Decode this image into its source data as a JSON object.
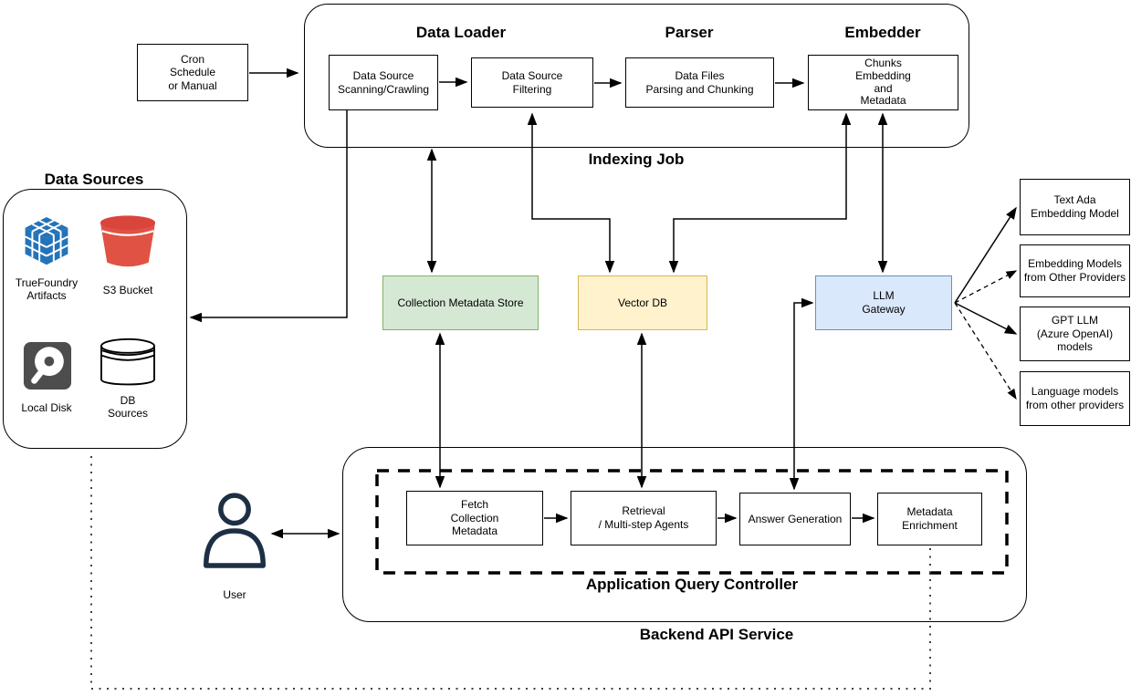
{
  "indexing_job": {
    "label": "Indexing Job",
    "stage_headers": [
      {
        "label": "Data Loader"
      },
      {
        "label": "Parser"
      },
      {
        "label": "Embedder"
      }
    ],
    "steps": [
      {
        "label": "Data Source\nScanning/Crawling"
      },
      {
        "label": "Data Source\nFiltering"
      },
      {
        "label": "Data Files\nParsing and Chunking"
      },
      {
        "label": "Chunks\nEmbedding\nand\nMetadata"
      }
    ]
  },
  "trigger": {
    "label": "Cron\nSchedule\nor Manual"
  },
  "data_sources": {
    "title": "Data Sources",
    "items": [
      {
        "icon": "truefoundry-cube-icon",
        "label": "TrueFoundry\nArtifacts"
      },
      {
        "icon": "s3-bucket-icon",
        "label": "S3 Bucket"
      },
      {
        "icon": "local-disk-icon",
        "label": "Local Disk"
      },
      {
        "icon": "db-cylinder-icon",
        "label": "DB\nSources"
      }
    ]
  },
  "stores": [
    {
      "label": "Collection Metadata Store",
      "fill": "#d5e8d4",
      "border": "#82b366"
    },
    {
      "label": "Vector DB",
      "fill": "#fff2cc",
      "border": "#d6b656"
    },
    {
      "label": "LLM\nGateway",
      "fill": "#dae8fc",
      "border": "#6c8ebf"
    }
  ],
  "model_providers": [
    {
      "label": "Text Ada\nEmbedding Model",
      "link_style": "solid"
    },
    {
      "label": "Embedding Models\nfrom Other Providers",
      "link_style": "dashed"
    },
    {
      "label": "GPT LLM\n(Azure OpenAI)\nmodels",
      "link_style": "solid"
    },
    {
      "label": "Language models\nfrom other providers",
      "link_style": "dashed"
    }
  ],
  "backend_api_service": {
    "label": "Backend API Service",
    "query_controller": {
      "label": "Application Query Controller",
      "steps": [
        {
          "label": "Fetch\nCollection\nMetadata"
        },
        {
          "label": "Retrieval\n/ Multi-step Agents"
        },
        {
          "label": "Answer Generation"
        },
        {
          "label": "Metadata\nEnrichment"
        }
      ]
    }
  },
  "user": {
    "label": "User"
  },
  "colors": {
    "line": "#000000",
    "store_green_fill": "#d5e8d4",
    "store_green_border": "#82b366",
    "vector_yellow_fill": "#fff2cc",
    "vector_yellow_border": "#d6b656",
    "gateway_blue_fill": "#dae8fc",
    "gateway_blue_border": "#6c8ebf",
    "truefoundry_blue": "#2373b9",
    "s3_red": "#e05243",
    "s3_red_dark": "#d9453c",
    "disk_gray": "#4d4d4d",
    "user_navy": "#1d2f44"
  }
}
